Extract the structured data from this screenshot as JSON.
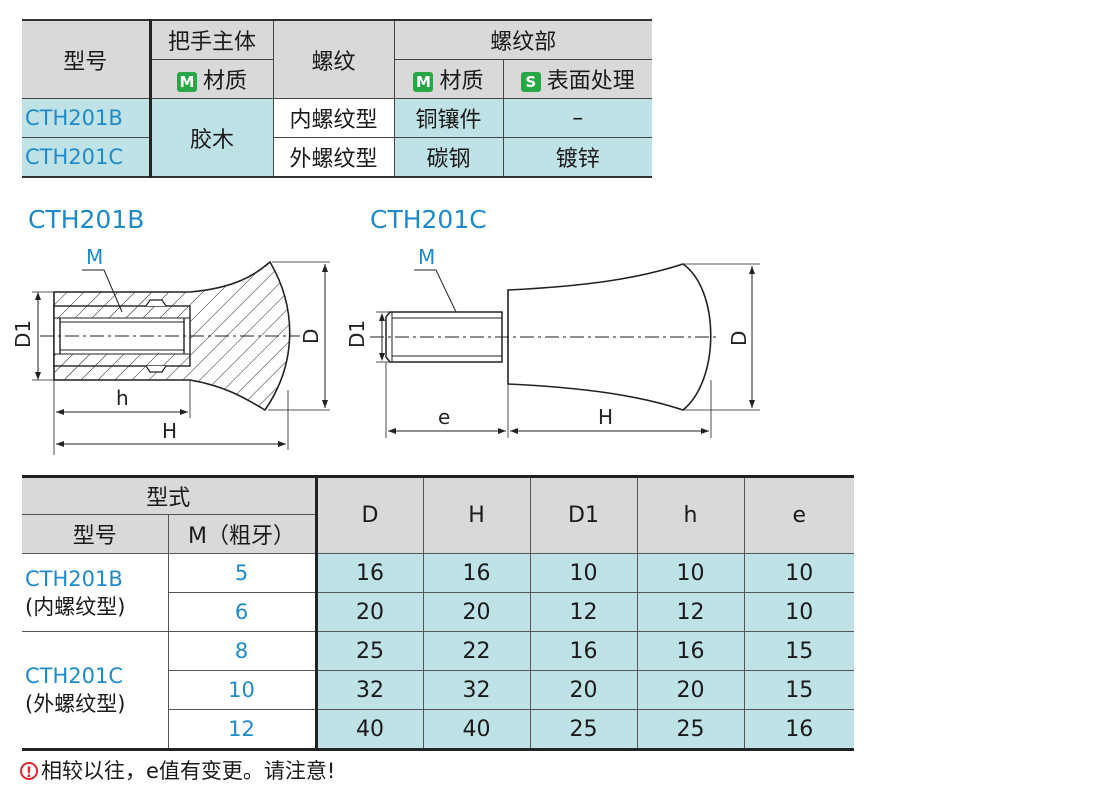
{
  "material_table": {
    "h_model": "型号",
    "h_body": "把手主体",
    "h_thread": "螺纹",
    "h_thread_part": "螺纹部",
    "badge_m": "M",
    "badge_s": "S",
    "h_material": "材质",
    "h_material2": "材质",
    "h_surface": "表面处理",
    "rows": [
      {
        "code": "CTH201B",
        "thread": "内螺纹型",
        "thread_material": "铜镶件",
        "surface": "–"
      },
      {
        "code": "CTH201C",
        "thread": "外螺纹型",
        "thread_material": "碳钢",
        "surface": "镀锌"
      }
    ],
    "body_material": "胶木"
  },
  "diagrams": {
    "left_title": "CTH201B",
    "right_title": "CTH201C",
    "label_M": "M",
    "label_D1": "D1",
    "label_D": "D",
    "label_h": "h",
    "label_H": "H",
    "label_e": "e"
  },
  "dimension_table": {
    "h_type": "型式",
    "h_model": "型号",
    "h_m": "M（粗牙）",
    "columns": [
      "D",
      "H",
      "D1",
      "h",
      "e"
    ],
    "group_b": {
      "code": "CTH201B",
      "desc": "(内螺纹型)"
    },
    "group_c": {
      "code": "CTH201C",
      "desc": "(外螺纹型)"
    },
    "rows": [
      {
        "m": "5",
        "values": [
          "16",
          "16",
          "10",
          "10",
          "10"
        ]
      },
      {
        "m": "6",
        "values": [
          "20",
          "20",
          "12",
          "12",
          "10"
        ]
      },
      {
        "m": "8",
        "values": [
          "25",
          "22",
          "16",
          "16",
          "15"
        ]
      },
      {
        "m": "10",
        "values": [
          "32",
          "32",
          "20",
          "20",
          "15"
        ]
      },
      {
        "m": "12",
        "values": [
          "40",
          "40",
          "25",
          "25",
          "16"
        ]
      }
    ]
  },
  "note": {
    "icon": "exclamation-circle-icon",
    "text": "相较以往，e值有变更。请注意!"
  },
  "colors": {
    "accent_blue": "#1f8ac9",
    "cyan_cell": "#bfe2e6",
    "header_gray": "#d9d9d9",
    "badge_green": "#27a745",
    "warning_red": "#d8292f"
  }
}
